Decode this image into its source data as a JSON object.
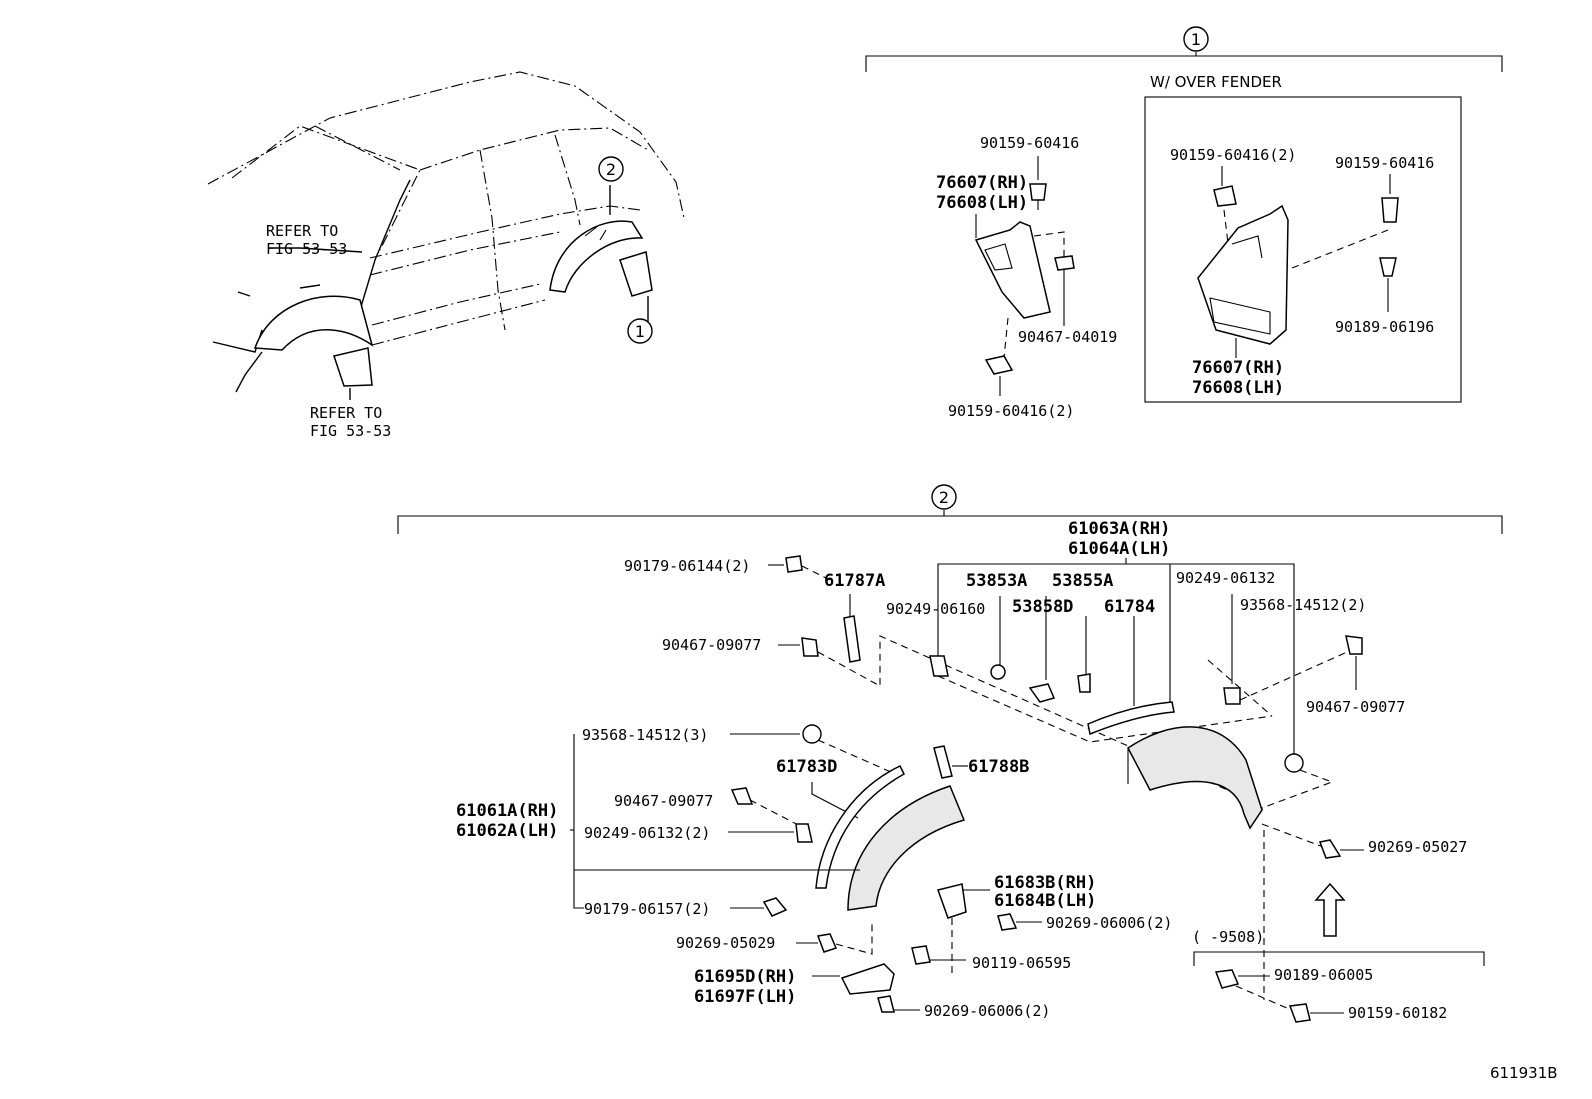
{
  "callouts": {
    "one": "1",
    "two": "2"
  },
  "refs": {
    "refer_top_1": "REFER TO",
    "refer_top_2": "FIG 53-53",
    "refer_bot_1": "REFER TO",
    "refer_bot_2": "FIG 53-53"
  },
  "section1": {
    "box_title": "W/ OVER FENDER",
    "left": {
      "bolt_top": "90159-60416",
      "flap_rh": "76607(RH)",
      "flap_lh": "76608(LH)",
      "nut": "90467-04019",
      "bolt_bottom": "90159-60416(2)"
    },
    "right": {
      "bolt_a": "90159-60416(2)",
      "bolt_b": "90159-60416",
      "clip": "90189-06196",
      "flap_rh": "76607(RH)",
      "flap_lh": "76608(LH)"
    }
  },
  "section2": {
    "rear_rh": "61063A(RH)",
    "rear_lh": "61064A(LH)",
    "p90179_06144": "90179-06144(2)",
    "p61787A": "61787A",
    "p53853A": "53853A",
    "p53855A": "53855A",
    "p90249_06132_top": "90249-06132",
    "p90249_06160": "90249-06160",
    "p53858D": "53858D",
    "p61784": "61784",
    "p93568_14512_2": "93568-14512(2)",
    "p90467_09077_left": "90467-09077",
    "p90467_09077_right": "90467-09077",
    "p93568_14512_3": "93568-14512(3)",
    "p61783D": "61783D",
    "p61788B": "61788B",
    "p90467_09077_mid": "90467-09077",
    "front_rh": "61061A(RH)",
    "front_lh": "61062A(LH)",
    "p90249_06132_2": "90249-06132(2)",
    "p90269_05027": "90269-05027",
    "p61683B": "61683B(RH)",
    "p61684B": "61684B(LH)",
    "p90179_06157": "90179-06157(2)",
    "p90269_06006_a": "90269-06006(2)",
    "p90269_05029": "90269-05029",
    "date_range": "(   -9508)",
    "p90119_06595": "90119-06595",
    "p61695D": "61695D(RH)",
    "p61697F": "61697F(LH)",
    "p90189_06005": "90189-06005",
    "p90269_06006_b": "90269-06006(2)",
    "p90159_60182": "90159-60182"
  },
  "figure_id": "611931B"
}
